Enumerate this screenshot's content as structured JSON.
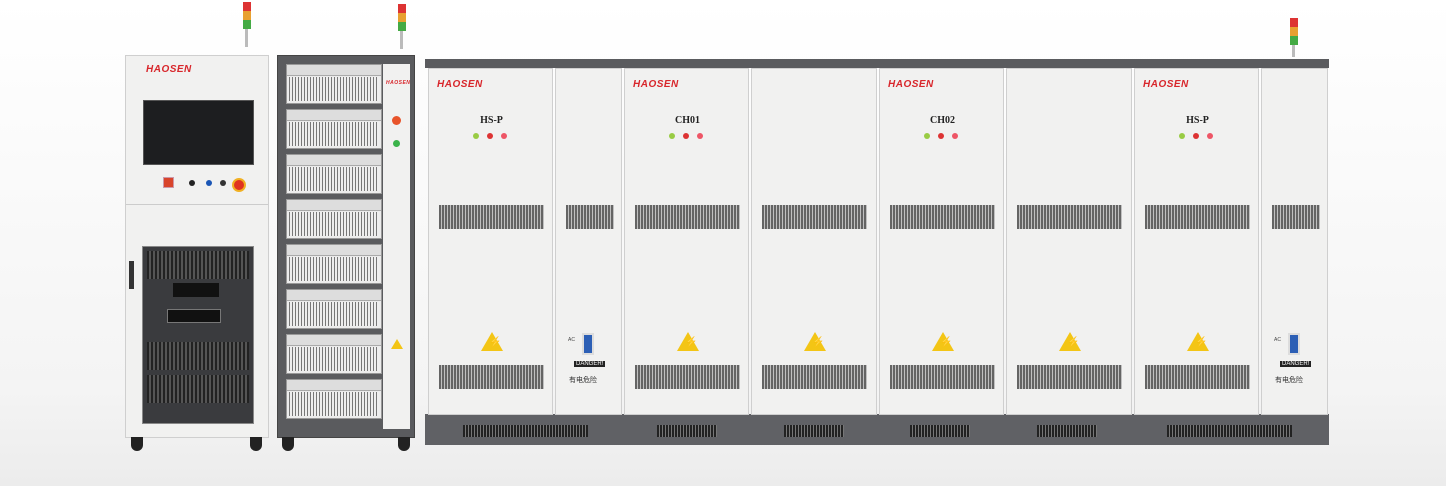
{
  "brand": "HAOSEN",
  "cabinet_labels": [
    "HS-P",
    "CH01",
    "CH02",
    "HS-P"
  ],
  "danger_label": "DANGER!",
  "danger_cn": "有电危险",
  "breaker_label": "AC",
  "warning_symbol": "⚡",
  "colors": {
    "brand_red": "#d8262b",
    "cabinet": "#f1f1f0",
    "frame": "#5a5b5e",
    "warning": "#f3c515"
  }
}
